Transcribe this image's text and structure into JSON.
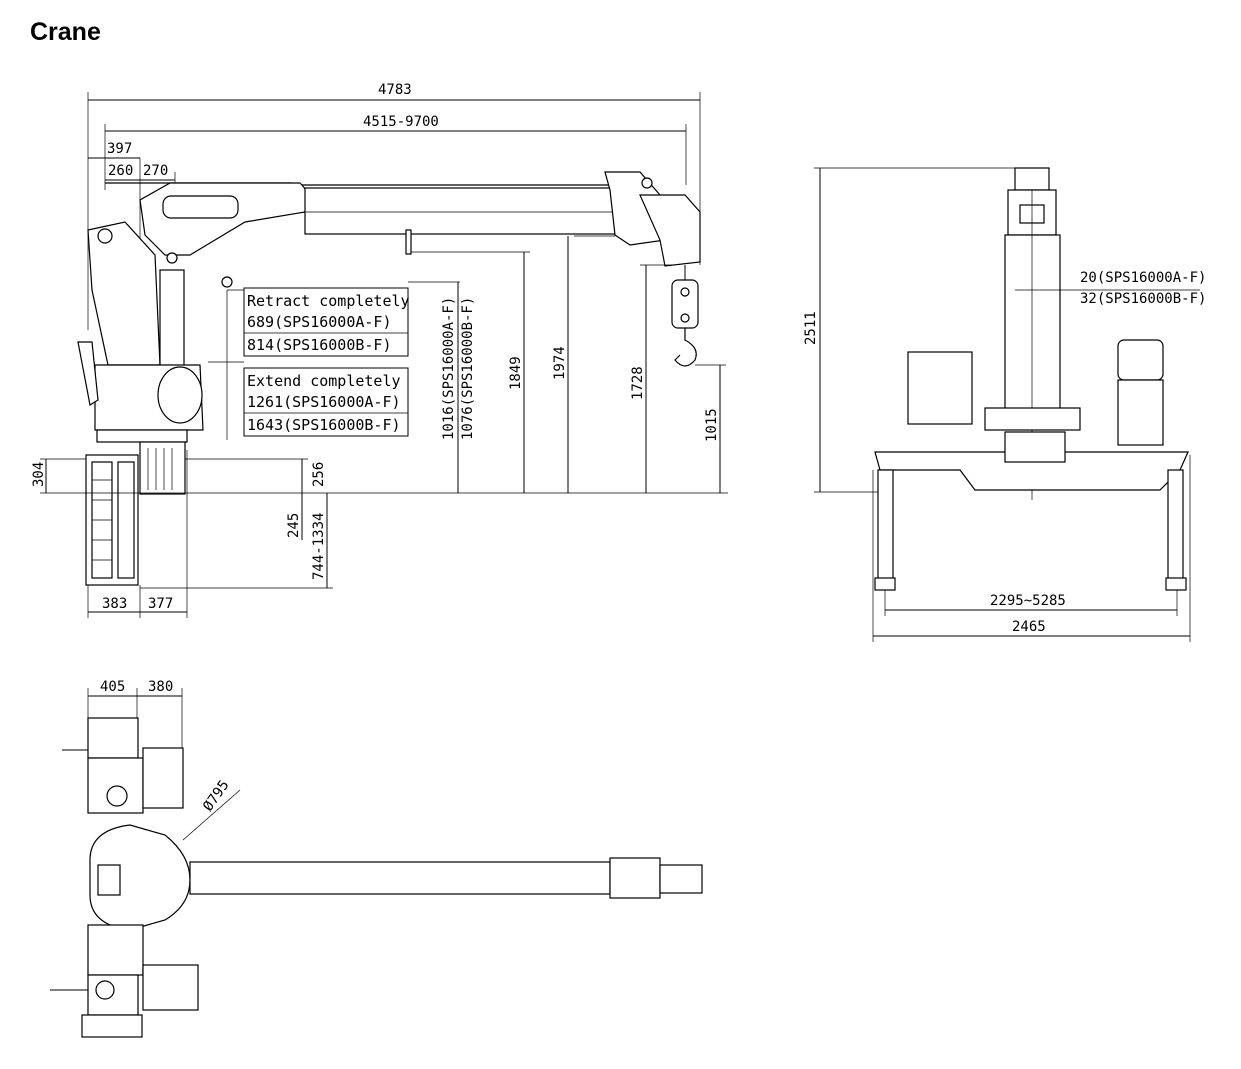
{
  "title": "Crane",
  "side_view": {
    "dims": {
      "overall_length": "4783",
      "boom_reach": "4515-9700",
      "d397": "397",
      "d260": "260",
      "d270": "270",
      "d304": "304",
      "d256": "256",
      "d245": "245",
      "d744_1334": "744-1334",
      "d383": "383",
      "d377": "377",
      "d1016": "1016(SPS16000A-F)",
      "d1076": "1076(SPS16000B-F)",
      "d1849": "1849",
      "d1974": "1974",
      "d1728": "1728",
      "d1015": "1015"
    },
    "retract_box": {
      "title": "Retract completely",
      "line_a": "689(SPS16000A-F)",
      "line_b": "814(SPS16000B-F)"
    },
    "extend_box": {
      "title": "Extend completely",
      "line_a": "1261(SPS16000A-F)",
      "line_b": "1643(SPS16000B-F)"
    }
  },
  "front_view": {
    "dims": {
      "height": "2511",
      "offset_a": "20(SPS16000A-F)",
      "offset_b": "32(SPS16000B-F)",
      "outrigger_span": "2295~5285",
      "base_width": "2465"
    }
  },
  "top_view": {
    "dims": {
      "d405": "405",
      "d380": "380",
      "diameter": "Ø795"
    }
  }
}
